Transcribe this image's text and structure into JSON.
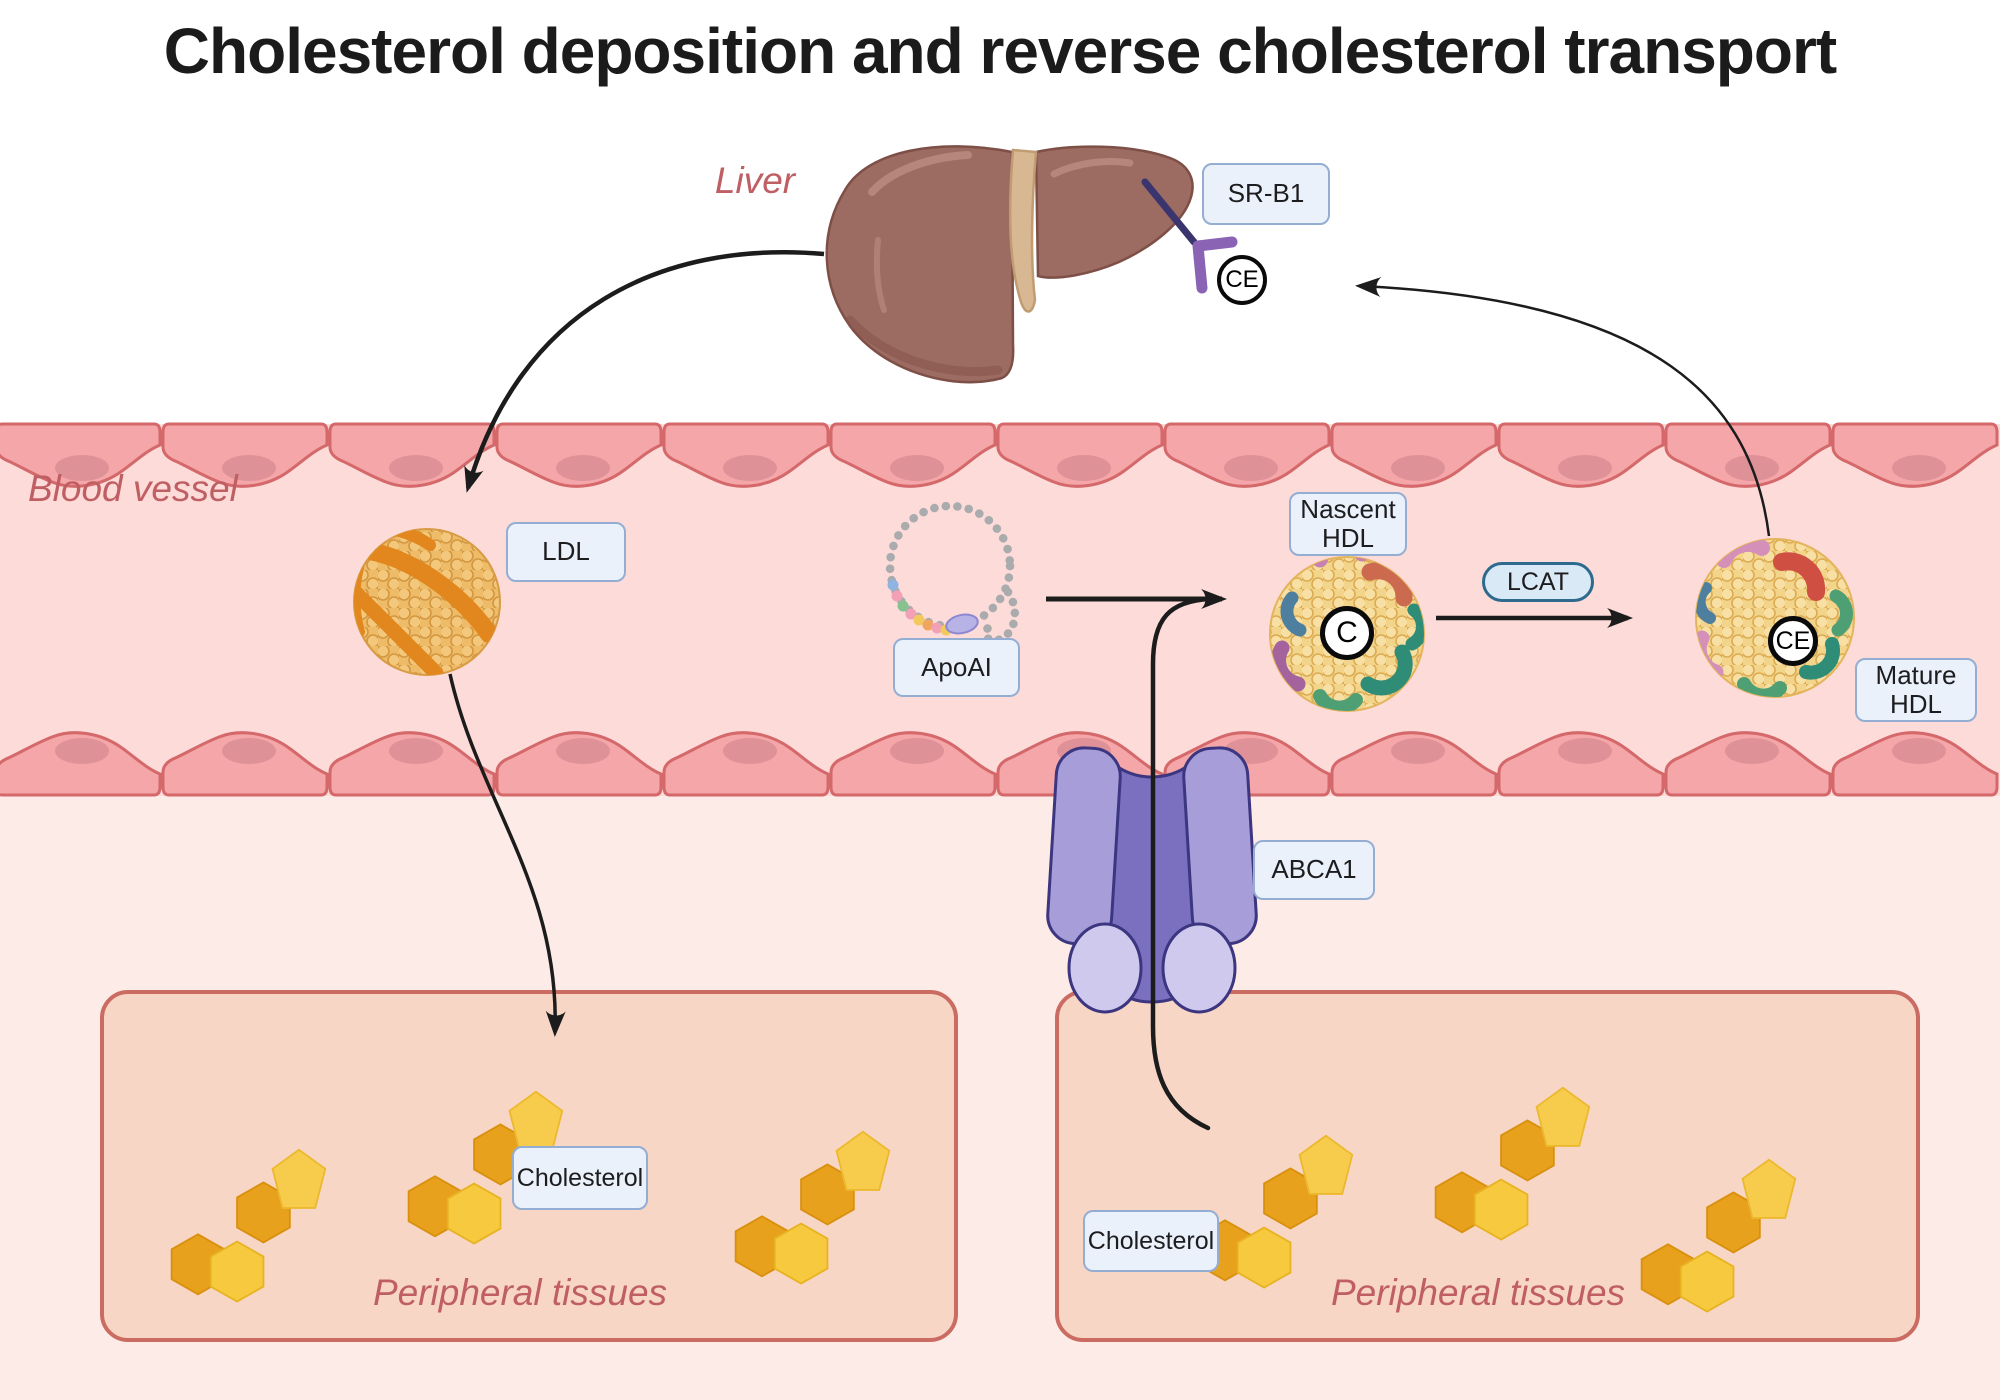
{
  "title": "Cholesterol deposition and reverse cholesterol transport",
  "anatomy": {
    "liver_label": "Liver",
    "blood_vessel_label": "Blood vessel",
    "peripheral_tissues_left_label": "Peripheral tissues",
    "peripheral_tissues_right_label": "Peripheral tissues"
  },
  "particles": {
    "ldl_label": "LDL",
    "apoai_label": "ApoAI",
    "nascent_hdl_label": "Nascent\nHDL",
    "mature_hdl_label": "Mature\nHDL",
    "nascent_cargo_badge": "C",
    "mature_cargo_badge": "CE",
    "liver_uptake_badge": "CE"
  },
  "proteins": {
    "sr_b1_label": "SR-B1",
    "abca1_label": "ABCA1",
    "lcat_label": "LCAT"
  },
  "molecules": {
    "cholesterol_left_label": "Cholesterol",
    "cholesterol_right_label": "Cholesterol"
  },
  "colors": {
    "annotation_red": "#bf5f63",
    "label_box_fill": "#eaf1fb",
    "label_box_border": "#94aed3",
    "lcat_pill_fill": "#d9e9f6",
    "lcat_pill_border": "#2d6a8e",
    "vessel_lumen_pink": "#fcdbd9",
    "endothelial_cell_pink": "#f4a6a8",
    "tissue_fill": "#f8d6c6",
    "tissue_border": "#ca6c62",
    "liver_brown": "#9c6b62",
    "abca1_purple": "#a79dd8",
    "receptor_purple": "#8a63b5",
    "hdl_cream": "#f3d48b",
    "ldl_orange": "#eebb68",
    "ldl_band_orange": "#e2871e",
    "cholesterol_hex_dark": "#e8a11c",
    "cholesterol_hex_light": "#f6c93f",
    "arrow_black": "#1c1c1c"
  }
}
